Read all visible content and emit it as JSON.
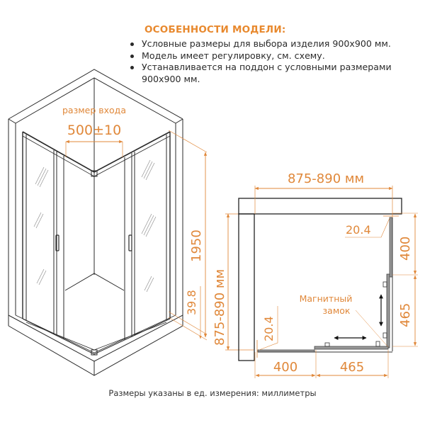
{
  "features": {
    "title": "ОСОБЕННОСТИ МОДЕЛИ:",
    "items": [
      "Условные размеры для выбора изделия 900х900 мм.",
      "Модель имеет регулировку, см. схему.",
      "Устанавливается на поддон с условными размерами 900х900 мм."
    ]
  },
  "isometric": {
    "entry_label": "размер входа",
    "entry_size": "500±10",
    "height": "1950",
    "tray_height": "39.8",
    "wall_range": "875-890 мм"
  },
  "plan": {
    "top_range": "875-890 мм",
    "right_gap": "20.4",
    "bottom_gap": "20.4",
    "right_upper": "400",
    "right_lower": "465",
    "bottom_left": "400",
    "bottom_right": "465",
    "magnet_label_line1": "Магнитный",
    "magnet_label_line2": "замок"
  },
  "footer": "Размеры указаны в ед. измерения: миллиметры",
  "colors": {
    "accent": "#e0883a",
    "line": "#2a2a2a"
  }
}
